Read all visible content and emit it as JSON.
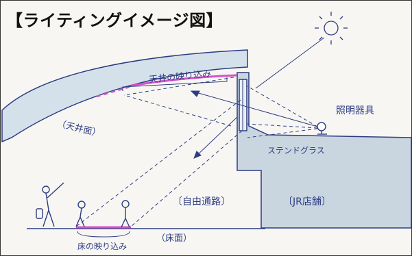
{
  "title": "【ライティングイメージ図】",
  "labels": {
    "ceiling_reflection": "天井の映り込み",
    "ceiling_surface": "（天井面）",
    "lighting_fixture": "照明器具",
    "stained_glass": "ステンドグラス",
    "free_passage": "〔自由通路〕",
    "jr_store": "〔JR店舗〕",
    "floor_surface": "（床面）",
    "floor_reflection": "床の映り込み"
  },
  "icons": {
    "sun": "sun-icon",
    "spotlight": "spotlight-icon"
  },
  "colors": {
    "ink": "#2d3c82",
    "reflection": "#d651c8",
    "ceiling_fill": "#d5e1ea",
    "wall_fill": "#c9d6e0",
    "background": "#f7f6f2"
  }
}
